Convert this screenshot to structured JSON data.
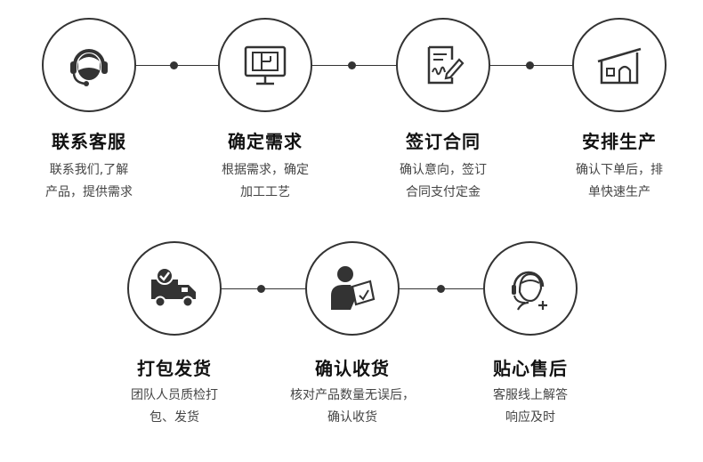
{
  "steps": [
    {
      "title": "联系客服",
      "desc1": "联系我们,了解",
      "desc2": "产品，提供需求",
      "icon": "headset-person-icon"
    },
    {
      "title": "确定需求",
      "desc1": "根据需求，确定",
      "desc2": "加工工艺",
      "icon": "monitor-blueprint-icon"
    },
    {
      "title": "签订合同",
      "desc1": "确认意向，签订",
      "desc2": "合同支付定金",
      "icon": "contract-sign-icon"
    },
    {
      "title": "安排生产",
      "desc1": "确认下单后，排",
      "desc2": "单快速生产",
      "icon": "factory-icon"
    },
    {
      "title": "打包发货",
      "desc1": "团队人员质检打",
      "desc2": "包、发货",
      "icon": "delivery-truck-icon"
    },
    {
      "title": "确认收货",
      "desc1": "核对产品数量无误后，",
      "desc2": "确认收货",
      "icon": "person-checking-icon"
    },
    {
      "title": "贴心售后",
      "desc1": "客服线上解答",
      "desc2": "响应及时",
      "icon": "support-agent-icon"
    }
  ]
}
